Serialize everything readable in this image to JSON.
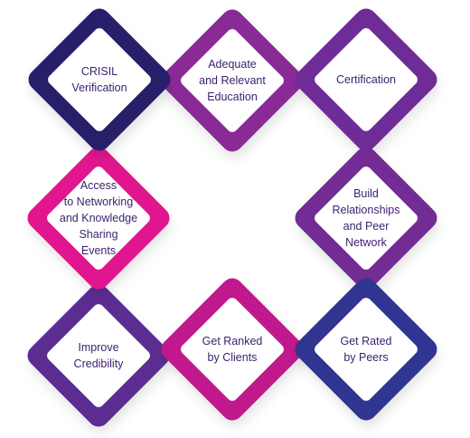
{
  "tiles": [
    {
      "id": "crisil-verification",
      "label": "CRISIL\nVerification",
      "color": "#281f6b"
    },
    {
      "id": "adequate-education",
      "label": "Adequate\nand Relevant\nEducation",
      "color": "#8a2a97"
    },
    {
      "id": "certification",
      "label": "Certification",
      "color": "#6e2c96"
    },
    {
      "id": "networking-events",
      "label": "Access\nto Networking\nand Knowledge\nSharing\nEvents",
      "color": "#e1158e"
    },
    {
      "id": "build-relationships",
      "label": "Build\nRelationships\nand Peer\nNetwork",
      "color": "#732c94"
    },
    {
      "id": "improve-credibility",
      "label": "Improve\nCredibility",
      "color": "#5c2d91"
    },
    {
      "id": "get-ranked",
      "label": "Get Ranked\nby Clients",
      "color": "#c0198d"
    },
    {
      "id": "get-rated",
      "label": "Get Rated\nby Peers",
      "color": "#313591"
    }
  ]
}
